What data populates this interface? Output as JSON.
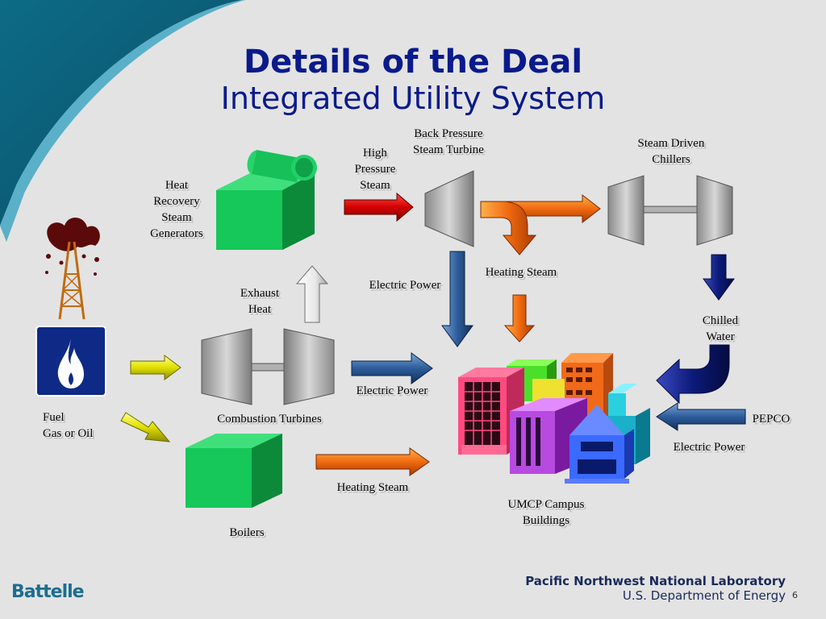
{
  "title": "Details of the Deal",
  "subtitle": "Integrated Utility System",
  "labels": {
    "heat_recovery": "Heat Recovery Steam Generators",
    "high_pressure": "High Pressure Steam",
    "back_pressure": "Back Pressure Steam Turbine",
    "steam_chillers": "Steam Driven Chillers",
    "heating_steam_top": "Heating Steam",
    "electric_power_top": "Electric Power",
    "exhaust_heat": "Exhaust Heat",
    "chilled_water": "Chilled Water",
    "electric_power_mid": "Electric Power",
    "fuel": "Fuel",
    "gas_or_oil": "Gas or Oil",
    "combustion_turbines": "Combustion Turbines",
    "pepco": "PEPCO",
    "electric_power_pepco": "Electric Power",
    "heating_steam_bottom": "Heating Steam",
    "umcp": "UMCP Campus Buildings",
    "boilers": "Boilers"
  },
  "footer": {
    "battelle": "Battelle",
    "pnnl": "Pacific Northwest National Laboratory",
    "doe": "U.S. Department of Energy",
    "page": "6"
  },
  "colors": {
    "title": "#0a1a8c",
    "teal_swoosh": "#0e6b86",
    "green_box": "#16c75a",
    "red_arrow": "#d40a0a",
    "orange_arrow": "#f06a10",
    "blue_arrow": "#2d5c9a",
    "navy_arrow": "#0c1a78",
    "yellow_arrow": "#e0e000"
  }
}
